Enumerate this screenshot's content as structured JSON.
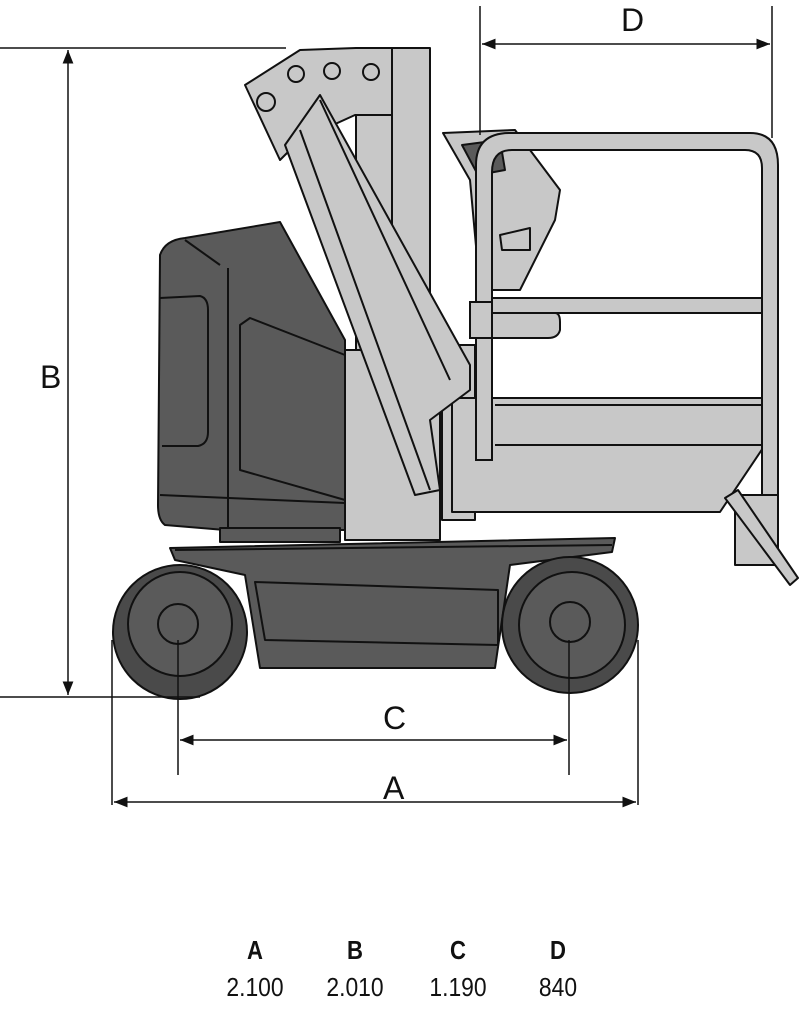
{
  "dimension_labels": {
    "a": "A",
    "b": "B",
    "c": "C",
    "d": "D"
  },
  "specs": [
    {
      "label": "A",
      "value": "2.100"
    },
    {
      "label": "B",
      "value": "2.010"
    },
    {
      "label": "C",
      "value": "1.190"
    },
    {
      "label": "D",
      "value": "840"
    }
  ],
  "colors": {
    "light": "#c8c8c8",
    "dark": "#5a5a5a",
    "tire": "#4a4a4a",
    "outline": "#111111"
  }
}
